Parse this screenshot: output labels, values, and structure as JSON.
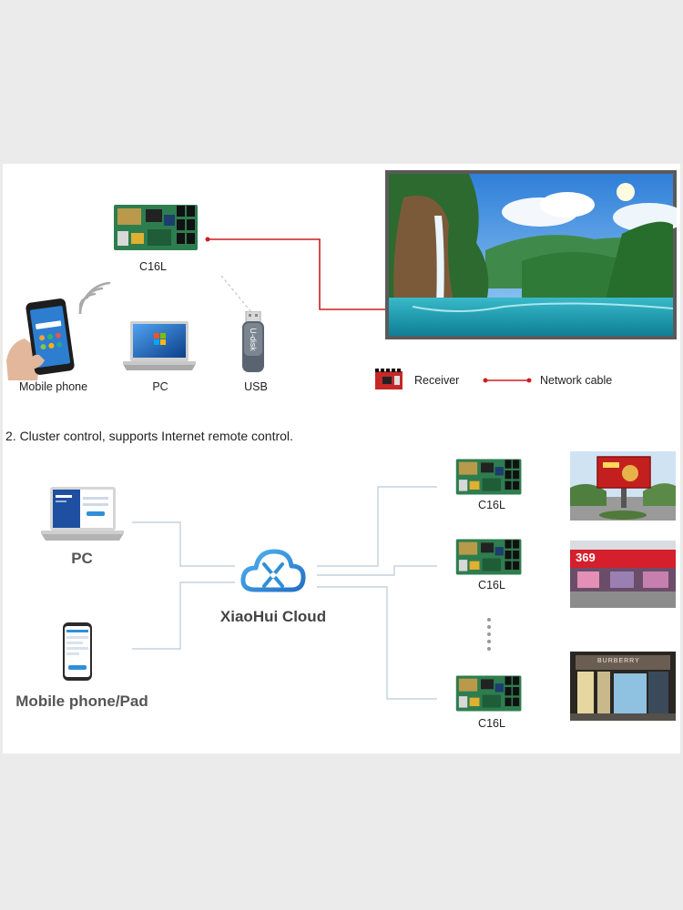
{
  "section1": {
    "controller_label": "C16L",
    "mobile_label": "Mobile phone",
    "pc_label": "PC",
    "usb_label": "USB",
    "udisk_text": "U-disk",
    "legend": {
      "receiver": "Receiver",
      "network_cable": "Network cable"
    }
  },
  "section2": {
    "heading": "2. Cluster control, supports Internet remote control.",
    "pc_label": "PC",
    "mobile_pad_label": "Mobile phone/Pad",
    "cloud_label": "XiaoHui Cloud",
    "controllers": [
      {
        "label": "C16L"
      },
      {
        "label": "C16L"
      },
      {
        "label": "C16L"
      }
    ],
    "sign_text_1": "369",
    "sign_text_2": "BURBERRY"
  },
  "colors": {
    "network_cable": "#cc1f1f",
    "board_green": "#2e7d4f",
    "connector_line": "#b9c9d6",
    "cloud_blue": "#2f8fd8"
  }
}
